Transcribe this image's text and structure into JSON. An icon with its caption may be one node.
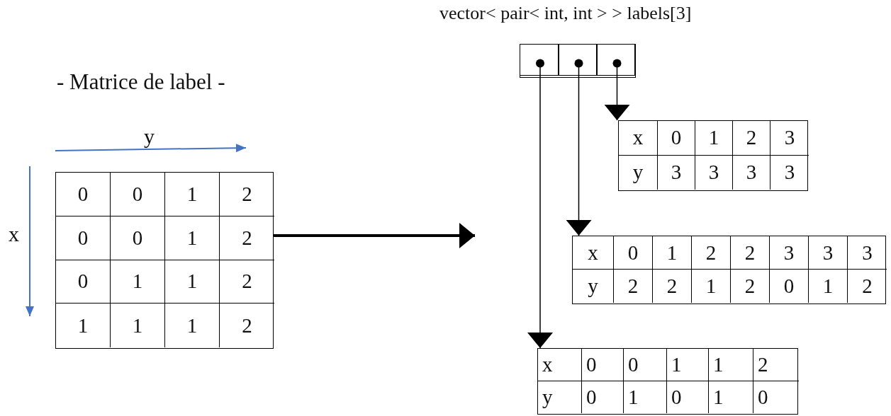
{
  "diagram": {
    "nodes": [
      {
        "text": [],
        "shape": "box",
        "beside": [
          "- Matrice de label -"
        ]
      },
      {
        "text": [],
        "shape": "box",
        "beside": [
          "vector< pair< int, int > > labels[3]"
        ]
      },
      {
        "text": [],
        "shape": "box",
        "in": 1
      },
      {
        "text": [],
        "shape": "box",
        "in": 1
      },
      {
        "text": [],
        "shape": "box",
        "in": 1
      },
      {
        "text": [],
        "shape": "box"
      },
      {
        "text": [],
        "shape": "box"
      },
      {
        "text": [],
        "shape": "box"
      }
    ],
    "edges": [
      {
        "from": 0,
        "to": null,
        "arrow": "to",
        "style": "thick"
      },
      {
        "from": 4,
        "to": 5,
        "arrow": "to"
      },
      {
        "from": 3,
        "to": 6,
        "arrow": "to"
      },
      {
        "from": 2,
        "to": 7,
        "arrow": "to"
      }
    ],
    "labels": [
      "y",
      "x",
      "0",
      "0",
      "1",
      "2",
      "0",
      "0",
      "1",
      "2",
      "0",
      "1",
      "1",
      "2",
      "1",
      "1",
      "1",
      "2",
      "x",
      "0",
      "1",
      "2",
      "3",
      "y",
      "3",
      "3",
      "3",
      "3",
      "x",
      "0",
      "1",
      "2",
      "2",
      "3",
      "3",
      "3",
      "y",
      "2",
      "2",
      "1",
      "2",
      "0",
      "1",
      "2",
      "x",
      "0",
      "0",
      "1",
      "1",
      "2",
      "y",
      "0",
      "1",
      "0",
      "1",
      "0"
    ]
  }
}
